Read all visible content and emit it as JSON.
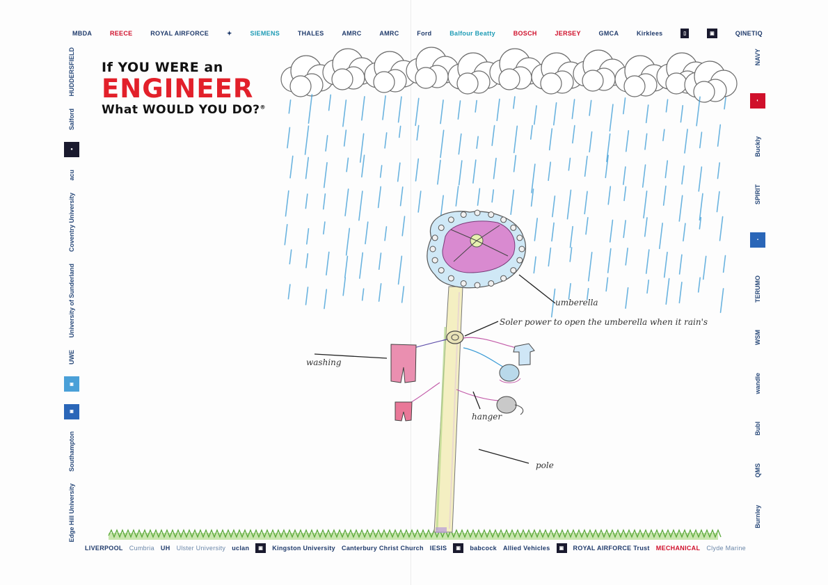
{
  "top_logos": [
    "MBDA",
    "REECE",
    "ROYAL AIRFORCE",
    "✦",
    "SIEMENS",
    "THALES",
    "AMRC",
    "AMRC",
    "Ford",
    "Balfour Beatty",
    "BOSCH",
    "JERSEY",
    "GMCA",
    "Kirklees",
    "▯",
    "▣",
    "QINETIQ"
  ],
  "left_logos": [
    "HUDDERSFIELD",
    "Salford",
    "●",
    "acu",
    "Coventry University",
    "University of Sunderland",
    "UWE",
    "▣",
    "▣",
    "Southampton",
    "Edge Hill University"
  ],
  "right_logos": [
    "NAVY",
    "◐",
    "Buckly",
    "SPIRIT",
    "▪",
    "TERUMO",
    "WSM",
    "wandle",
    "Bubl",
    "QMS",
    "Burnley"
  ],
  "bottom_logos": [
    "LIVERPOOL",
    "Cumbria",
    "UH",
    "Ulster University",
    "uclan",
    "▣",
    "Kingston University",
    "Canterbury Christ Church",
    "IESIS",
    "▣",
    "babcock",
    "Allied Vehicles",
    "▣",
    "ROYAL AIRFORCE Trust",
    "MECHANICAL",
    "Clyde Marine"
  ],
  "title": {
    "line1": "If YOU WERE an",
    "line2": "ENGINEER",
    "line3": "What WOULD YOU DO?",
    "mark": "®"
  },
  "drawing": {
    "labels": {
      "umbrella": "umberella",
      "solar": "Soler power to open the umberella when it rain's",
      "washing": "washing",
      "hanger": "hanger",
      "pole": "pole"
    },
    "colors": {
      "rain": "#3a9bd6",
      "umbrella_pink": "#d77ac4",
      "umbrella_blue": "#8cc9e8",
      "washing_pink": "#e87c9a",
      "grass": "#7cc24a",
      "pole": "#f1ecb5"
    }
  }
}
